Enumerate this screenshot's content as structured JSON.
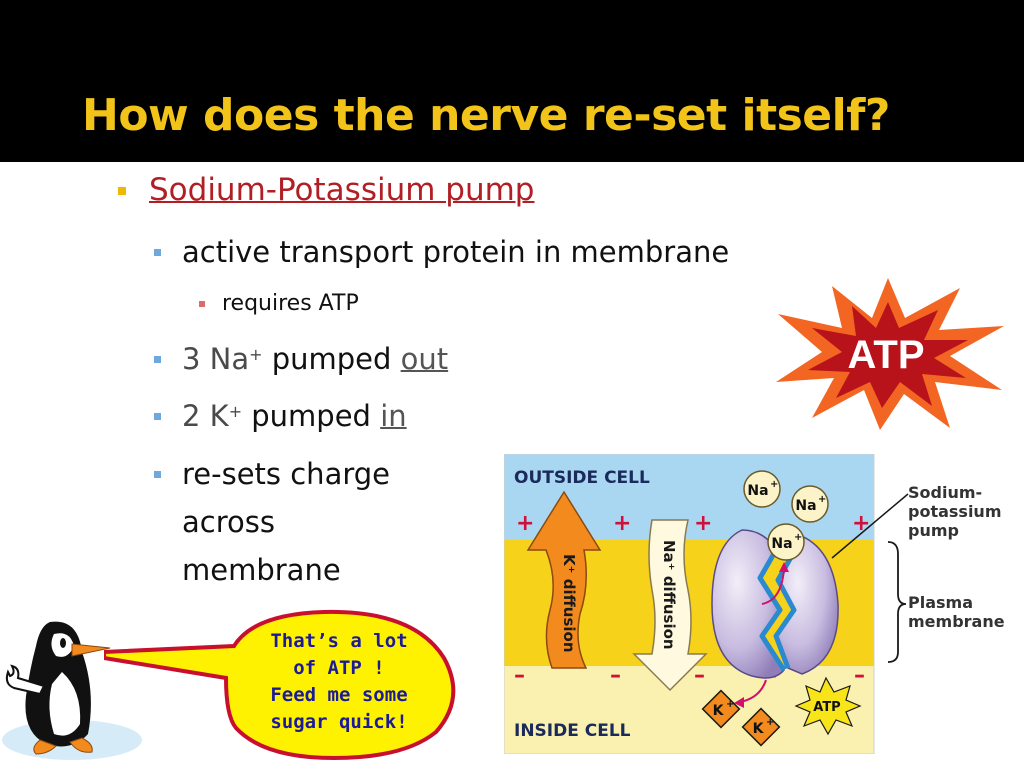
{
  "slide": {
    "title": "How does the nerve re-set itself?",
    "bullets": {
      "pump": "Sodium-Potassium pump",
      "protein": "active transport protein in membrane",
      "atp_req": "requires ATP",
      "na_num": "3 Na",
      "na_sup": "+",
      "na_text": " pumped ",
      "na_link": "out",
      "k_num": "2 K",
      "k_sup": "+",
      "k_text": " pumped ",
      "k_link": "in",
      "reset_1": "re-sets charge",
      "reset_2": "across",
      "reset_3": "membrane"
    },
    "starburst_label": "ATP",
    "callout": "That’s a lot\nof ATP !\nFeed me some\nsugar quick!"
  },
  "diagram": {
    "outside_label": "OUTSIDE CELL",
    "inside_label": "INSIDE CELL",
    "k_diffusion": "K⁺ diffusion",
    "na_diffusion": "Na⁺ diffusion",
    "na_ion": "Na",
    "k_ion": "K",
    "ion_sup": "+",
    "atp_small": "ATP",
    "plus_sign": "+",
    "minus_sign": "–",
    "pump_label_1": "Sodium-",
    "pump_label_2": "potassium",
    "pump_label_3": "pump",
    "membrane_label_1": "Plasma",
    "membrane_label_2": "membrane"
  },
  "colors": {
    "title": "#F2C318",
    "link_red": "#B11F24",
    "bullet_l1": "#F2B705",
    "bullet_l2": "#6FA8DC",
    "bullet_l3": "#D96C6C",
    "starburst_outer": "#F26522",
    "starburst_inner": "#B8121B",
    "outside_cell": "#A9D7F2",
    "membrane": "#F7D21A",
    "inside_cell": "#FAF0B0",
    "callout_fill": "#FFF200",
    "callout_border": "#C8102E"
  }
}
